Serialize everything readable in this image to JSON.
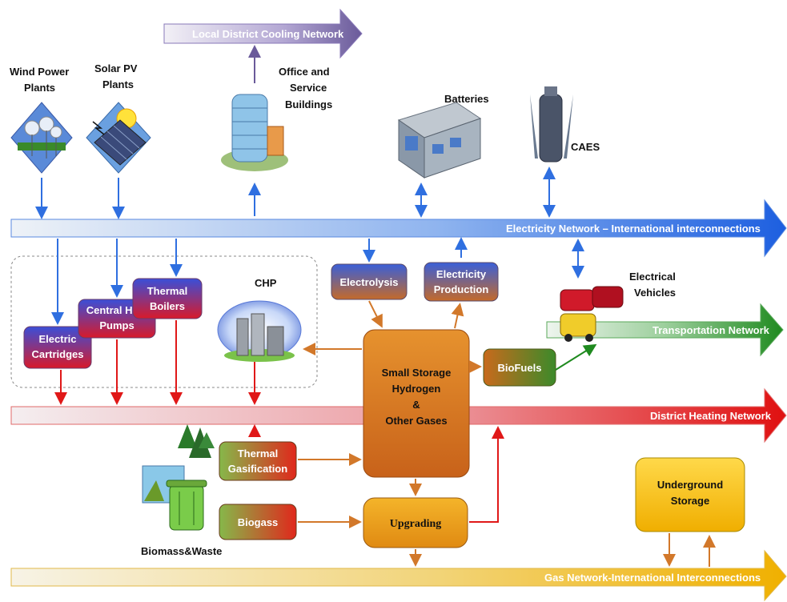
{
  "networks": {
    "cooling": "Local District Cooling Network",
    "electricity": "Electricity Network – International interconnections",
    "transportation": "Transportation Network",
    "heating": "District Heating Network",
    "gas": "Gas Network-International Interconnections"
  },
  "sources": {
    "wind": [
      "Wind Power",
      "Plants"
    ],
    "solar": [
      "Solar PV",
      "Plants"
    ],
    "office": [
      "Office and",
      "Service",
      "Buildings"
    ],
    "batteries": "Batteries",
    "caes": "CAES",
    "chp": "CHP",
    "ev": [
      "Electrical",
      "Vehicles"
    ],
    "biomass": "Biomass&Waste"
  },
  "boxes": {
    "electric_cartridges": [
      "Electric",
      "Cartridges"
    ],
    "central_heat_pumps": [
      "Central Heat",
      "Pumps"
    ],
    "thermal_boilers": [
      "Thermal",
      "Boilers"
    ],
    "electrolysis": "Electrolysis",
    "electricity_production": [
      "Electricity",
      "Production"
    ],
    "storage": [
      "Small Storage",
      "Hydrogen",
      "&",
      "Other Gases"
    ],
    "biofuels": "BioFuels",
    "thermal_gasification": [
      "Thermal",
      "Gasification"
    ],
    "biogass": "Biogass",
    "upgrading": "Upgrading",
    "underground_storage": [
      "Underground",
      "Storage"
    ]
  },
  "colors": {
    "electricity": "#2f6fe0",
    "heating": "#e01818",
    "transport": "#1f8a1f",
    "gas": "#f0b400",
    "cooling": "#6a5a9a",
    "flow": "#d2782a",
    "storage": "#d67a1c"
  }
}
